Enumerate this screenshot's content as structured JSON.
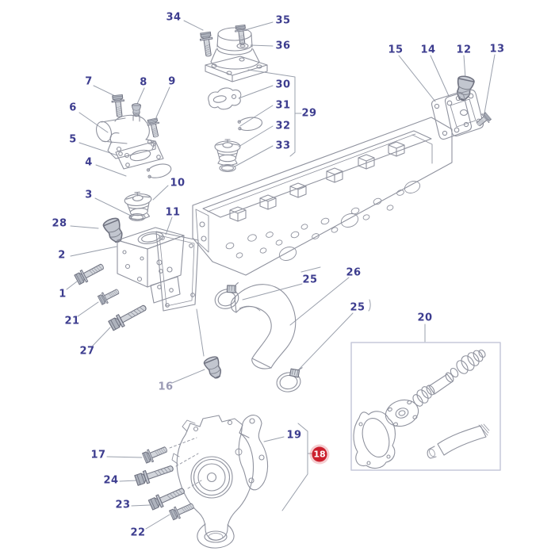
{
  "page": {
    "type": "exploded-parts-diagram",
    "background": "#ffffff"
  },
  "diagram": {
    "subject": "engine water pump, thermostat housing and cylinder head exploded view",
    "colors": {
      "line": "#8f929e",
      "bolt_fill": "#c3c7d0",
      "label": "#3d3d8f",
      "muted_label": "#9a9ab4",
      "highlight": "#cc1f2d",
      "highlight_text": "#ffffff",
      "kit_box_border": "#c5c8da"
    },
    "highlighted_part": "18",
    "callouts": {
      "c1": "1",
      "c2": "2",
      "c3": "3",
      "c4": "4",
      "c5": "5",
      "c6": "6",
      "c7": "7",
      "c8": "8",
      "c9": "9",
      "c10": "10",
      "c11": "11",
      "c12": "12",
      "c13": "13",
      "c14": "14",
      "c15": "15",
      "c16": "16",
      "c17": "17",
      "c18": "18",
      "c19": "19",
      "c20": "20",
      "c21": "21",
      "c22": "22",
      "c23": "23",
      "c24": "24",
      "c25a": "25",
      "c25b": "25",
      "c26": "26",
      "c27": "27",
      "c28": "28",
      "c29": "29",
      "c30": "30",
      "c31": "31",
      "c32": "32",
      "c33": "33",
      "c34": "34",
      "c35": "35",
      "c36": "36"
    }
  }
}
